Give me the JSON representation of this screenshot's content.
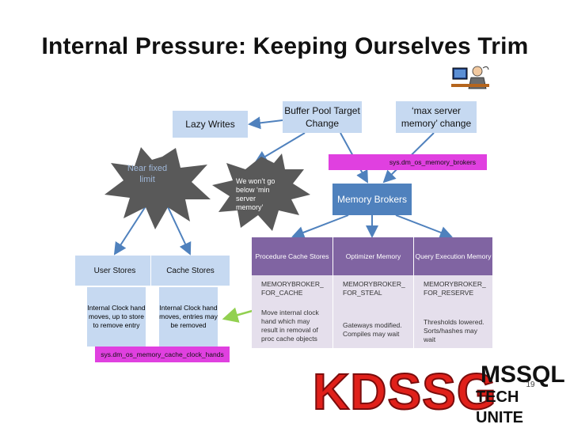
{
  "title": "Internal Pressure: Keeping Ourselves Trim",
  "boxes": {
    "lazy_writes": "Lazy Writes",
    "buffer_pool": "Buffer Pool Target Change",
    "max_server": "‘max server memory’ change",
    "dmv_brokers": "sys.dm_os_memory_brokers",
    "memory_brokers": "Memory Brokers",
    "user_stores": "User Stores",
    "cache_stores": "Cache Stores",
    "user_stores_desc": "Internal Clock hand moves, up to store to remove entry",
    "cache_stores_desc": "Internal Clock hand moves, entries may be removed",
    "dmv_clock": "sys.dm_os_memory_cache_clock_hands"
  },
  "bursts": {
    "near_fixed_limit": "Near fixed limit",
    "wont_go_below": "We won’t go below ‘min server memory’"
  },
  "broker_table": {
    "headers": [
      "Procedure Cache Stores",
      "Optimizer Memory",
      "Query Execution Memory"
    ],
    "clerks": [
      "MEMORYBROKER_FOR_CACHE",
      "MEMORYBROKER_FOR_STEAL",
      "MEMORYBROKER_FOR_RESERVE"
    ],
    "effects": [
      "Move internal clock hand which may result in removal of proc cache objects",
      "Gateways modified. Compiles may wait",
      "Thresholds lowered. Sorts/hashes may wait"
    ]
  },
  "logo": {
    "brand": "KDSSG",
    "line1": "MSSQL",
    "line2": "TECH UNITE"
  },
  "page_number": "19",
  "colors": {
    "blue": "#4f81bd",
    "light_blue": "#c6d9f1",
    "purple": "#8064a2",
    "lavender": "#e5dfec",
    "magenta": "#e040e0",
    "burst": "#595959",
    "logo_red": "#e0201a",
    "logo_black": "#111111",
    "arrow_green": "#92d050"
  }
}
